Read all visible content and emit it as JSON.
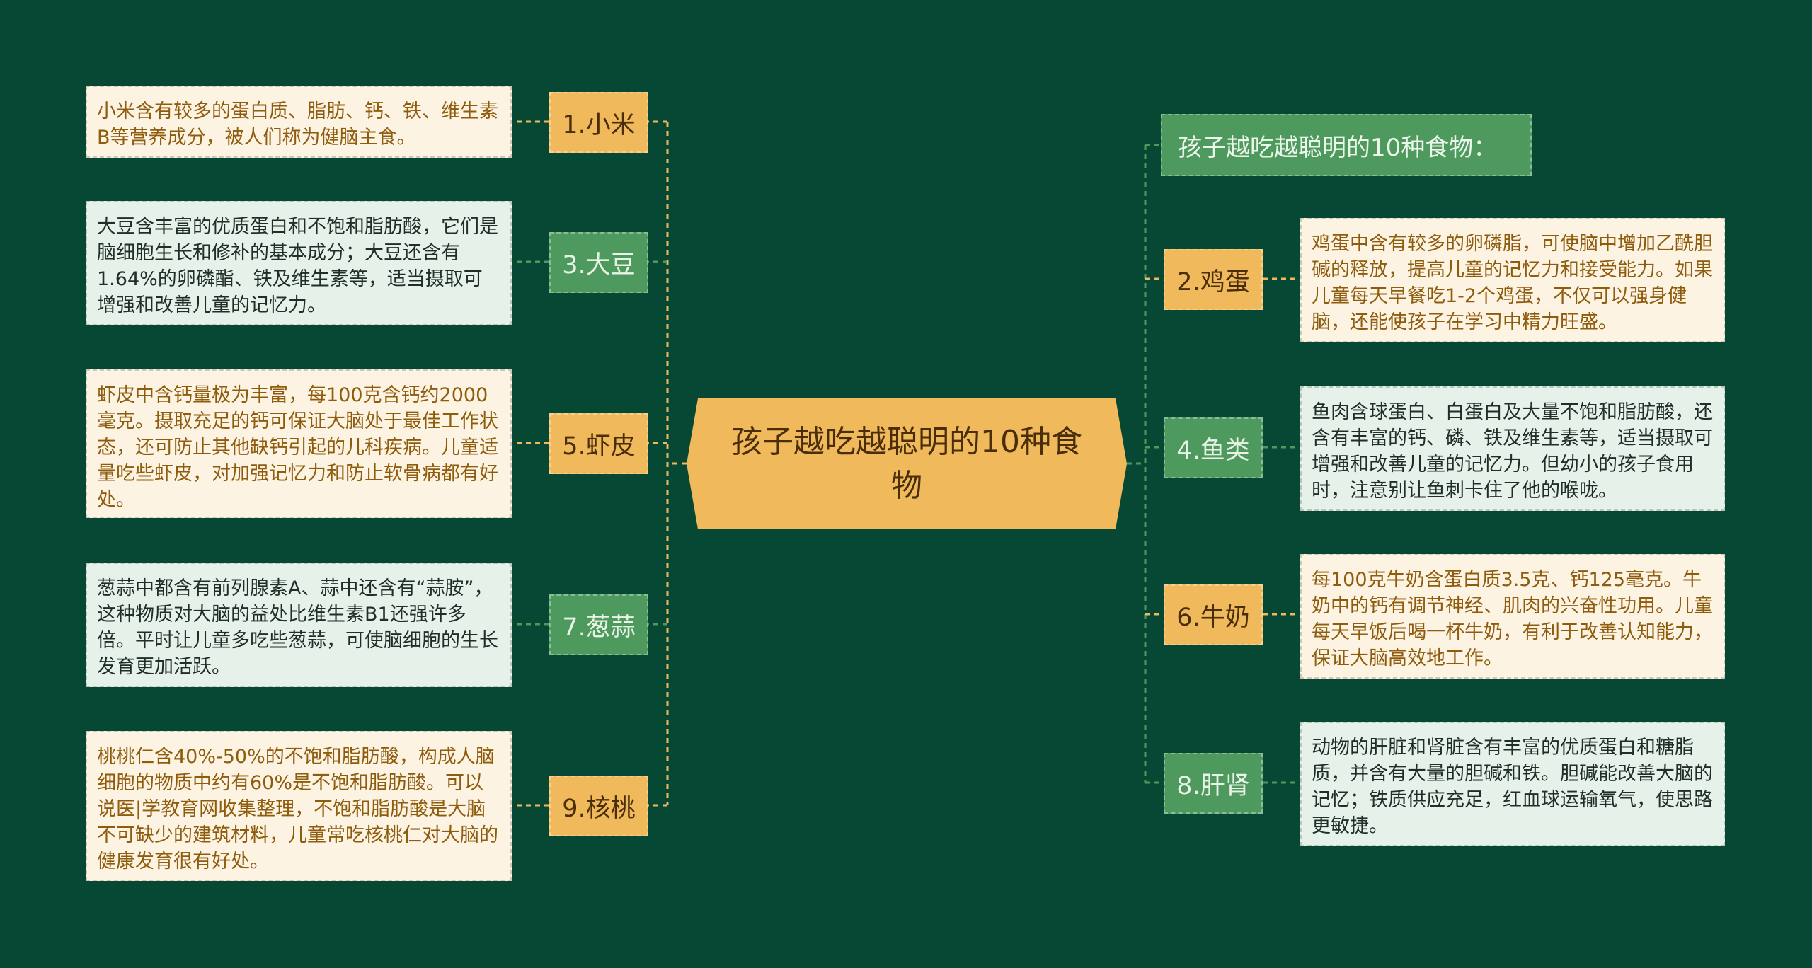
{
  "center": {
    "title": "孩子越吃越聪明的10种食物"
  },
  "header": {
    "text": "孩子越吃越聪明的10种食物："
  },
  "left": [
    {
      "label": "1.小米",
      "text": "小米含有较多的蛋白质、脂肪、钙、铁、维生素B等营养成分，被人们称为健脑主食。"
    },
    {
      "label": "3.大豆",
      "text": "大豆含丰富的优质蛋白和不饱和脂肪酸，它们是脑细胞生长和修补的基本成分；大豆还含有1.64%的卵磷酯、铁及维生素等，适当摄取可增强和改善儿童的记忆力。"
    },
    {
      "label": "5.虾皮",
      "text": "虾皮中含钙量极为丰富，每100克含钙约2000毫克。摄取充足的钙可保证大脑处于最佳工作状态，还可防止其他缺钙引起的儿科疾病。儿童适量吃些虾皮，对加强记忆力和防止软骨病都有好处。"
    },
    {
      "label": "7.葱蒜",
      "text": "葱蒜中都含有前列腺素A、蒜中还含有“蒜胺”，这种物质对大脑的益处比维生素B1还强许多倍。平时让儿童多吃些葱蒜，可使脑细胞的生长发育更加活跃。"
    },
    {
      "label": "9.核桃",
      "text": "桃桃仁含40%-50%的不饱和脂肪酸，构成人脑细胞的物质中约有60%是不饱和脂肪酸。可以说医|学教育网收集整理，不饱和脂肪酸是大脑不可缺少的建筑材料，儿童常吃核桃仁对大脑的健康发育很有好处。"
    }
  ],
  "right": [
    {
      "label": "2.鸡蛋",
      "text": "鸡蛋中含有较多的卵磷脂，可使脑中增加乙酰胆碱的释放，提高儿童的记忆力和接受能力。如果儿童每天早餐吃1-2个鸡蛋，不仅可以强身健脑，还能使孩子在学习中精力旺盛。"
    },
    {
      "label": "4.鱼类",
      "text": "鱼肉含球蛋白、白蛋白及大量不饱和脂肪酸，还含有丰富的钙、磷、铁及维生素等，适当摄取可增强和改善儿童的记忆力。但幼小的孩子食用时，注意别让鱼刺卡住了他的喉咙。"
    },
    {
      "label": "6.牛奶",
      "text": "每100克牛奶含蛋白质3.5克、钙125毫克。牛奶中的钙有调节神经、肌肉的兴奋性功用。儿童每天早饭后喝一杯牛奶，有利于改善认知能力，保证大脑高效地工作。"
    },
    {
      "label": "8.肝肾",
      "text": "动物的肝脏和肾脏含有丰富的优质蛋白和糖脂质，并含有大量的胆碱和铁。胆碱能改善大脑的记忆；铁质供应充足，红血球运输氧气，使思路更敏捷。"
    }
  ],
  "colors": {
    "background": "#064834",
    "orange": "#f0b95b",
    "green": "#4e9a5e"
  }
}
